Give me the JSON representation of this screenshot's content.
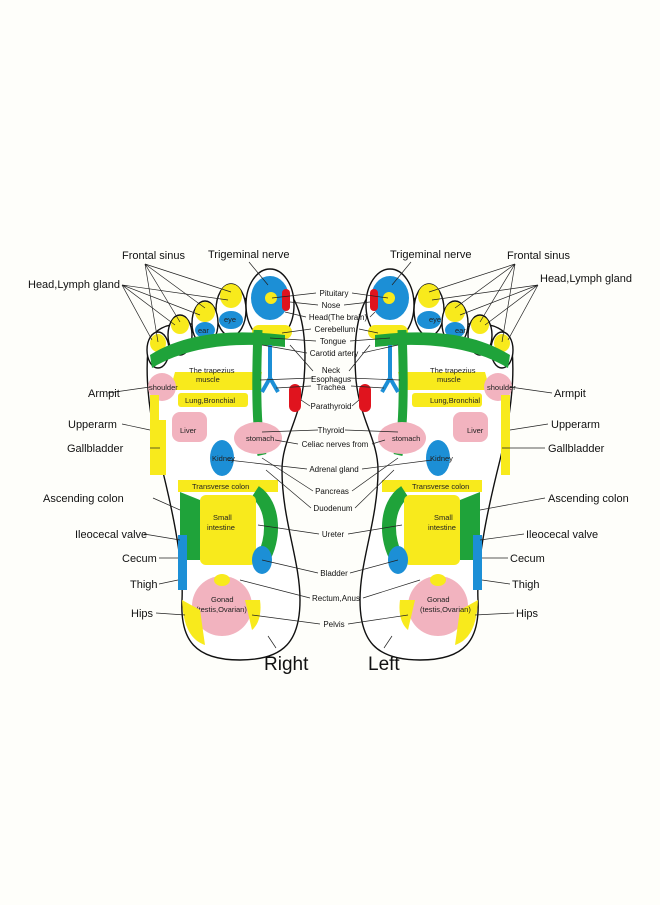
{
  "feet": {
    "right": "Right",
    "left": "Left"
  },
  "outer_labels": {
    "frontal_sinus": "Frontal sinus",
    "trigeminal_nerve": "Trigeminal nerve",
    "head_lymph_gland": "Head,Lymph gland",
    "armpit": "Armpit",
    "upperarm": "Upperarm",
    "gallbladder": "Gallbladder",
    "ascending_colon": "Ascending colon",
    "ileocecal_valve": "Ileocecal valve",
    "cecum": "Cecum",
    "thigh": "Thigh",
    "hips": "Hips"
  },
  "center_labels": {
    "pituitary": "Pituitary",
    "nose": "Nose",
    "head_brain": "Head(The brain)",
    "cerebellum": "Cerebellum",
    "tongue": "Tongue",
    "carotid_artery": "Carotid artery",
    "neck": "Neck",
    "esophagus": "Esophagus",
    "trachea": "Trachea",
    "parathyroid": "Parathyroid",
    "thyroid": "Thyroid",
    "celiac_nerves": "Celiac nerves from",
    "adrenal_gland": "Adrenal gland",
    "pancreas": "Pancreas",
    "duodenum": "Duodenum",
    "ureter": "Ureter",
    "bladder": "Bladder",
    "rectum_anus": "Rectum,Anus",
    "pelvis": "Pelvis"
  },
  "zones": {
    "eye": "eye",
    "ear": "ear",
    "shoulder": "shoulder",
    "trapezius_1": "The trapezius",
    "trapezius_2": "muscle",
    "lung": "Lung,Bronchial",
    "liver": "Liver",
    "stomach": "stomach",
    "kidney": "Kidney",
    "transverse_colon": "Transverse colon",
    "small_intestine_1": "Small",
    "small_intestine_2": "intestine",
    "gonad_1": "Gonad",
    "gonad_2": "(testis,Ovarian)"
  },
  "colors": {
    "yellow": "#f8ea1c",
    "green": "#1fa33a",
    "blue": "#1c8fd6",
    "pink": "#f2b3bf",
    "red": "#e0141e"
  }
}
